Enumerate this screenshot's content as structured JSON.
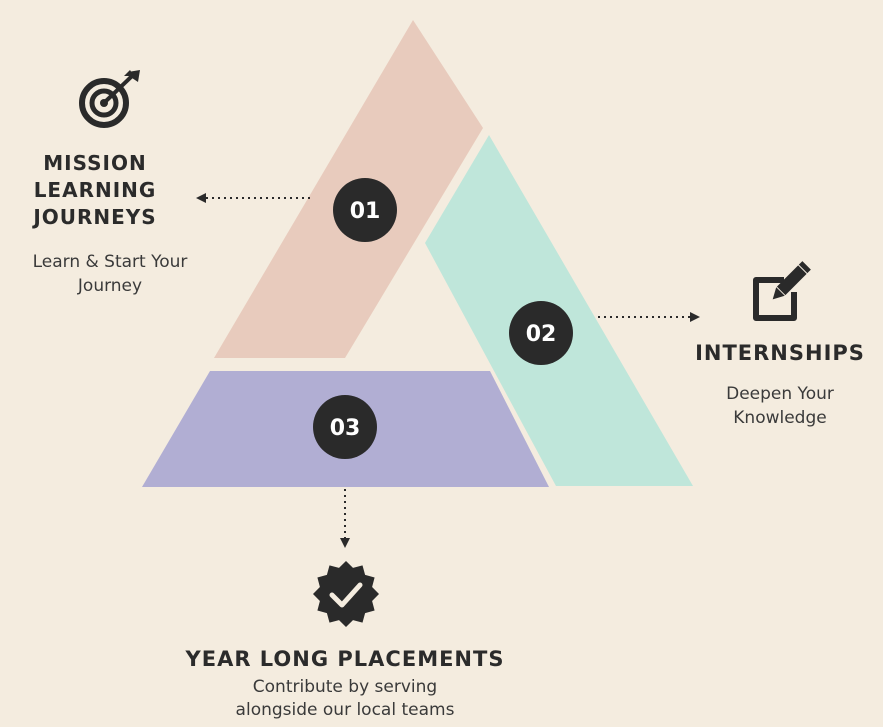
{
  "colors": {
    "background": "#f4ecdf",
    "pink": "#e8cbbd",
    "teal": "#bfe6da",
    "lavender": "#b1aed3",
    "badge": "#2a2a2a",
    "text": "#2b2b2b"
  },
  "steps": [
    {
      "number": "01",
      "title_lines": [
        "MISSION",
        "LEARNING",
        "JOURNEYS"
      ],
      "subtitle_lines": [
        "Learn & Start Your",
        "Journey"
      ],
      "icon": "target-icon"
    },
    {
      "number": "02",
      "title_lines": [
        "INTERNSHIPS"
      ],
      "subtitle_lines": [
        "Deepen Your",
        "Knowledge"
      ],
      "icon": "edit-icon"
    },
    {
      "number": "03",
      "title_lines": [
        "YEAR LONG PLACEMENTS"
      ],
      "subtitle_lines": [
        "Contribute by serving",
        "alongside our local teams"
      ],
      "icon": "verified-badge-icon"
    }
  ]
}
